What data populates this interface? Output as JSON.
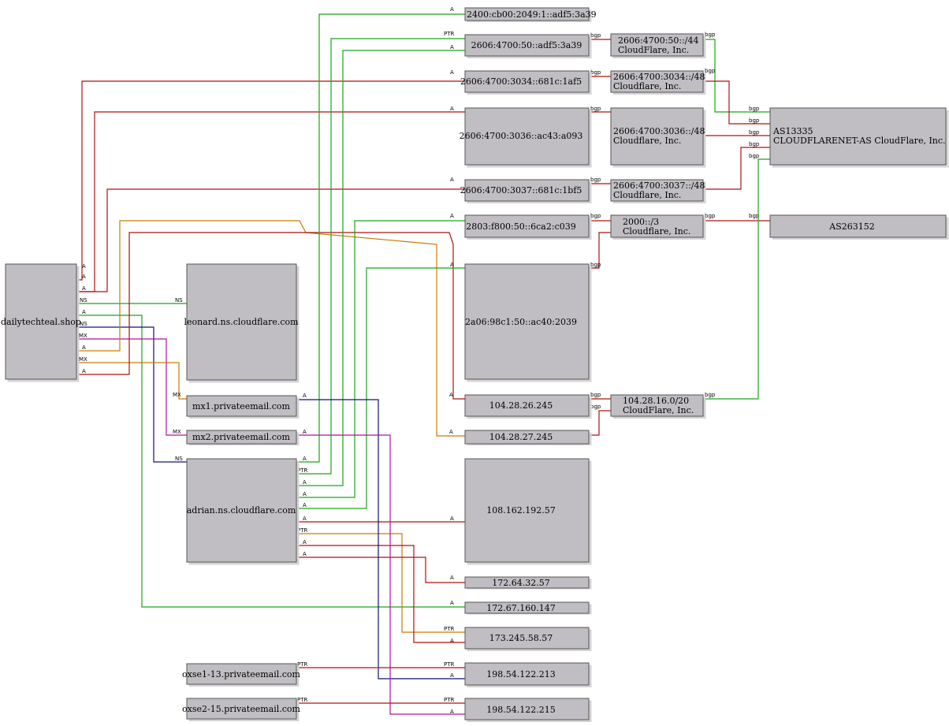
{
  "colors": {
    "green": "#1aa31a",
    "red": "#b01010",
    "orange": "#cc7a00",
    "navy": "#10107a",
    "magenta": "#b0109f"
  },
  "nodes": {
    "domain": "dailytechteal.shop",
    "leonard": "leonard.ns.cloudflare.com",
    "adrian": "adrian.ns.cloudflare.com",
    "mx1": "mx1.privateemail.com",
    "mx2": "mx2.privateemail.com",
    "oxse1": "oxse1-13.privateemail.com",
    "oxse2": "oxse2-15.privateemail.com",
    "ip_2400": "2400:cb00:2049:1::adf5:3a39",
    "ip_2606_50": "2606:4700:50::adf5:3a39",
    "ip_2606_3034": "2606:4700:3034::681c:1af5",
    "ip_2606_3036": "2606:4700:3036::ac43:a093",
    "ip_2606_3037": "2606:4700:3037::681c:1bf5",
    "ip_2803": "2803:f800:50::6ca2:c039",
    "ip_2a06": "2a06:98c1:50::ac40:2039",
    "ip_104_26": "104.28.26.245",
    "ip_104_27": "104.28.27.245",
    "ip_108": "108.162.192.57",
    "ip_172_64": "172.64.32.57",
    "ip_172_67": "172.67.160.147",
    "ip_173": "173.245.58.57",
    "ip_198_213": "198.54.122.213",
    "ip_198_215": "198.54.122.215",
    "pfx_50": [
      "2606:4700:50::/44",
      "CloudFlare, Inc."
    ],
    "pfx_3034": [
      "2606:4700:3034::/48",
      "Cloudflare, Inc."
    ],
    "pfx_3036": [
      "2606:4700:3036::/48",
      "Cloudflare, Inc."
    ],
    "pfx_3037": [
      "2606:4700:3037::/48",
      "Cloudflare, Inc."
    ],
    "pfx_2000": [
      "2000::/3",
      "Cloudflare, Inc."
    ],
    "pfx_104": [
      "104.28.16.0/20",
      "CloudFlare, Inc."
    ],
    "as13335": [
      "AS13335",
      "CLOUDFLARENET-AS CloudFlare, Inc."
    ],
    "as263152": "AS263152"
  },
  "edge_labels": {
    "a": "A",
    "ns": "NS",
    "mx": "MX",
    "ptr": "PTR",
    "bgp": "bgp"
  }
}
